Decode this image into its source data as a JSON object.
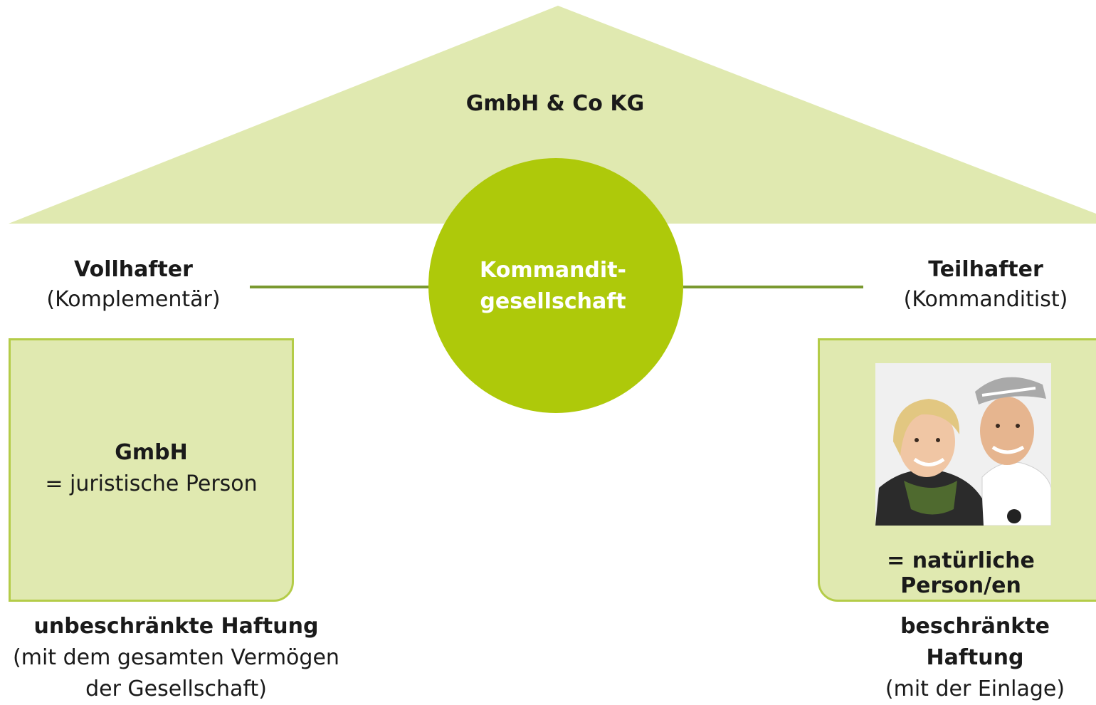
{
  "diagram": {
    "roof_title": "GmbH & Co KG",
    "center": {
      "line1": "Kommandit-",
      "line2": "gesellschaft"
    },
    "left": {
      "role_title": "Vollhafter",
      "role_sub": "(Komplementär)",
      "box_title": "GmbH",
      "box_sub": "= juristische Person",
      "liability_title": "unbeschränkte Haftung",
      "liability_line1": "(mit dem gesamten Vermögen",
      "liability_line2": "der Gesellschaft)"
    },
    "right": {
      "role_title": "Teilhafter",
      "role_sub": "(Kommanditist)",
      "box_caption": "= natürliche Person/en",
      "liability_title_1": "beschränkte",
      "liability_title_2": "Haftung",
      "liability_line1": "(mit der Einlage)"
    }
  },
  "colors": {
    "roof": "#e0e9b0",
    "circle": "#aec90a",
    "line": "#7a9930",
    "box_fill": "#e0e9b0",
    "box_border": "#b4cc48"
  },
  "icons": {
    "photo": "two-people-photo"
  }
}
